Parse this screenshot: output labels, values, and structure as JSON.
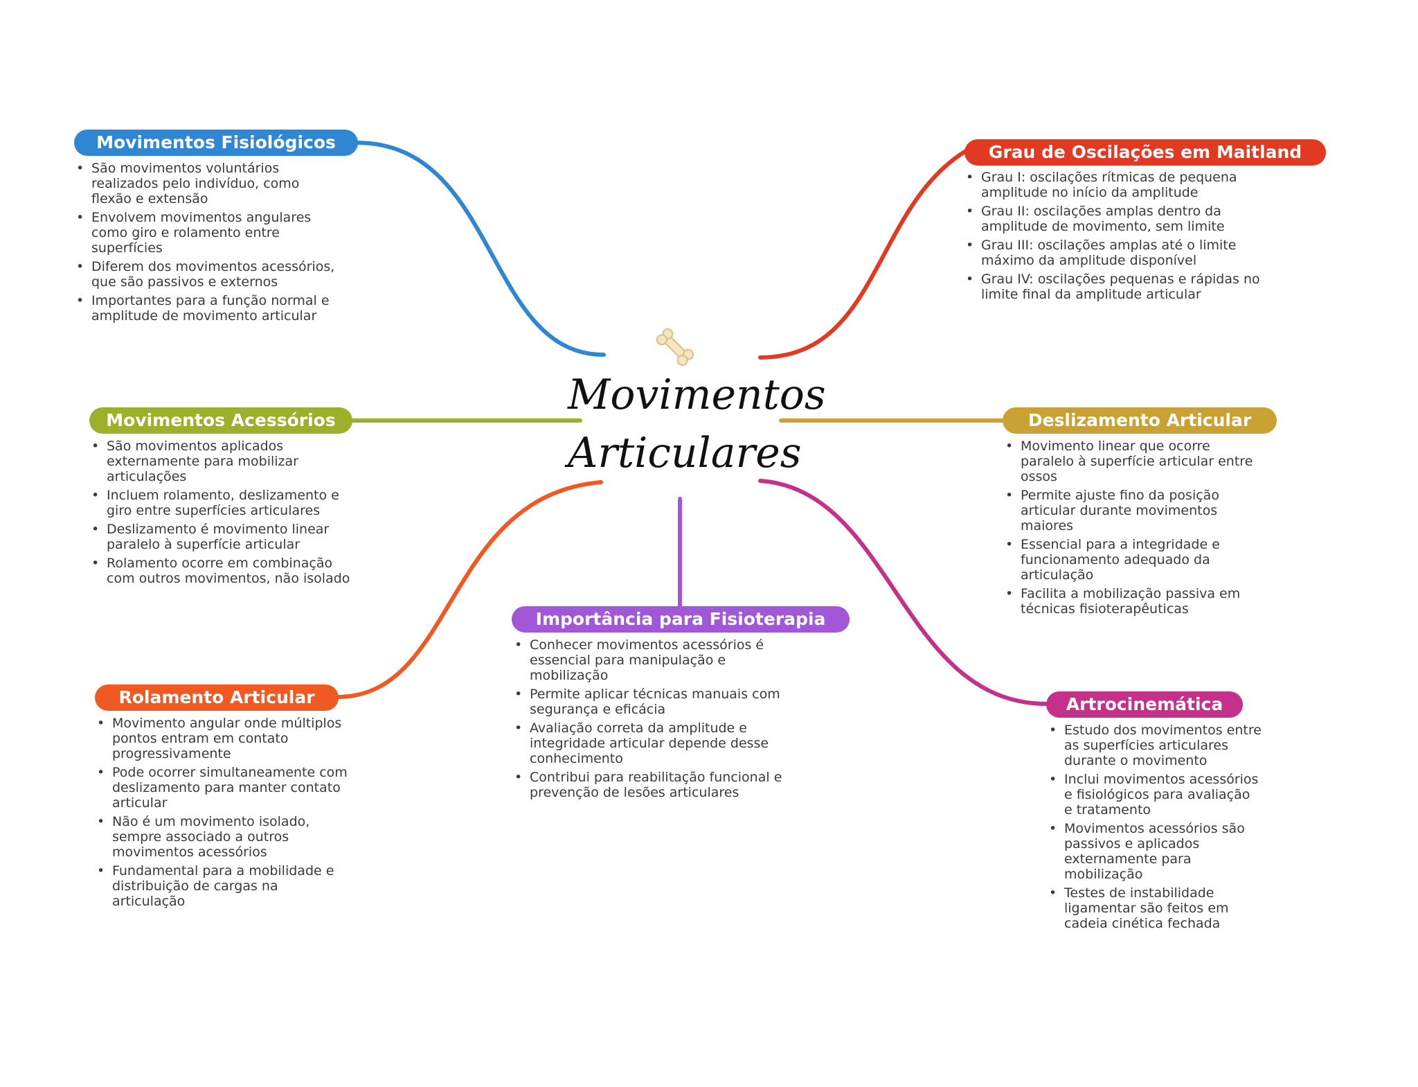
{
  "title": {
    "line1": "Movimentos",
    "line2": "Articulares"
  },
  "center_icon": "bone-icon",
  "branches": [
    {
      "key": "fisiologicos",
      "label": "Movimentos Fisiológicos",
      "color": "#2f86d3",
      "items": [
        "São movimentos voluntários realizados pelo indivíduo, como flexão e extensão",
        "Envolvem movimentos angulares como giro e rolamento entre superfícies",
        "Diferem dos movimentos acessórios, que são passivos e externos",
        "Importantes para a função normal e amplitude de movimento articular"
      ]
    },
    {
      "key": "maitland",
      "label": "Grau de Oscilações em Maitland",
      "color": "#e23a22",
      "items": [
        "Grau I: oscilações rítmicas de pequena amplitude no início da amplitude",
        "Grau II: oscilações amplas dentro da amplitude de movimento, sem limite",
        "Grau III: oscilações amplas até o limite máximo da amplitude disponível",
        "Grau IV: oscilações pequenas e rápidas no limite final da amplitude articular"
      ]
    },
    {
      "key": "acessorios",
      "label": "Movimentos Acessórios",
      "color": "#9cb02a",
      "items": [
        "São movimentos aplicados externamente para mobilizar articulações",
        "Incluem rolamento, deslizamento e giro entre superfícies articulares",
        "Deslizamento é movimento linear paralelo à superfície articular",
        "Rolamento ocorre em combinação com outros movimentos, não isolado"
      ]
    },
    {
      "key": "deslizamento",
      "label": "Deslizamento Articular",
      "color": "#c9a233",
      "items": [
        "Movimento linear que ocorre paralelo à superfície articular entre ossos",
        "Permite ajuste fino da posição articular durante movimentos maiores",
        "Essencial para a integridade e funcionamento adequado da articulação",
        "Facilita a mobilização passiva em técnicas fisioterapêuticas"
      ]
    },
    {
      "key": "importancia",
      "label": "Importância para Fisioterapia",
      "color": "#a256d8",
      "items": [
        "Conhecer movimentos acessórios é essencial para manipulação e mobilização",
        "Permite aplicar técnicas manuais com segurança e eficácia",
        "Avaliação correta da amplitude e integridade articular depende desse conhecimento",
        "Contribui para reabilitação funcional e prevenção de lesões articulares"
      ]
    },
    {
      "key": "rolamento",
      "label": "Rolamento Articular",
      "color": "#f05a22",
      "items": [
        "Movimento angular onde múltiplos pontos entram em contato progressivamente",
        "Pode ocorrer simultaneamente com deslizamento para manter contato articular",
        "Não é um movimento isolado, sempre associado a outros movimentos acessórios",
        "Fundamental para a mobilidade e distribuição de cargas na articulação"
      ]
    },
    {
      "key": "artrocinematica",
      "label": "Artrocinemática",
      "color": "#c5308a",
      "items": [
        "Estudo dos movimentos entre as superfícies articulares durante o movimento",
        "Inclui movimentos acessórios e fisiológicos para avaliação e tratamento",
        "Movimentos acessórios são passivos e aplicados externamente para mobilização",
        "Testes de instabilidade ligamentar são feitos em cadeia cinética fechada"
      ]
    }
  ]
}
